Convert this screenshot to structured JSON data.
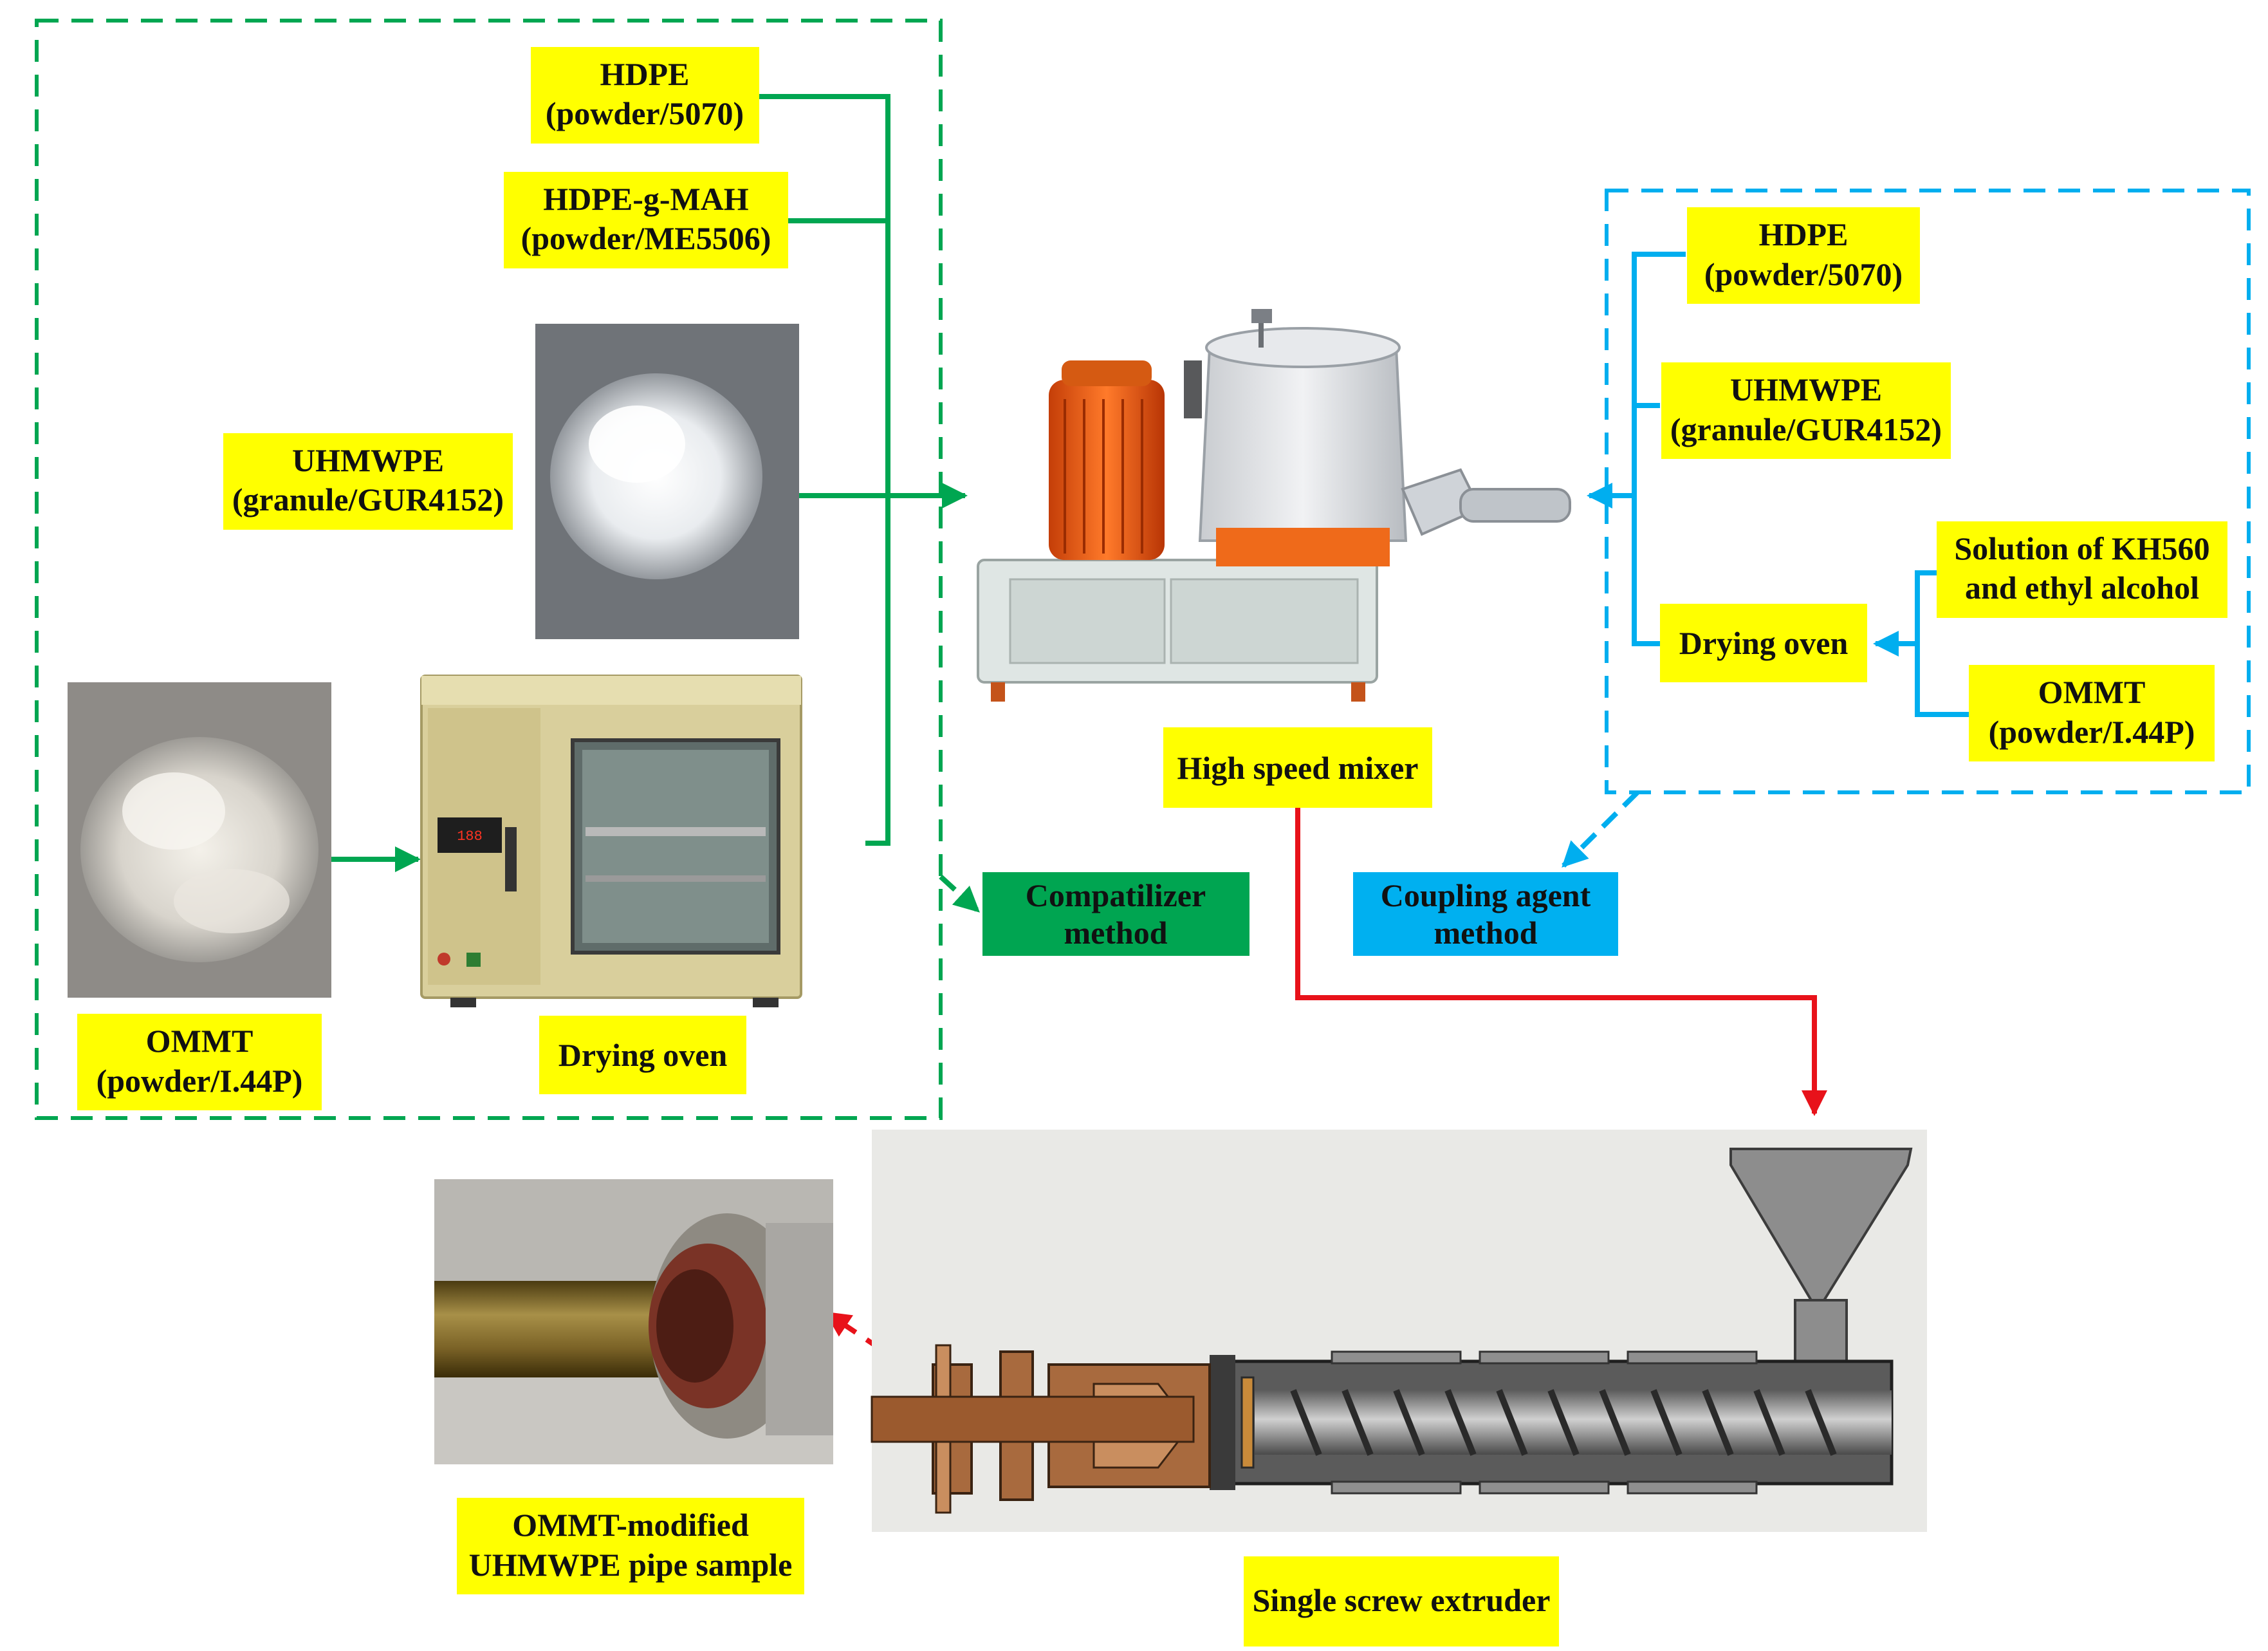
{
  "colors": {
    "label_bg": "#FFFF00",
    "compat_green": "#00A651",
    "coupling_blue": "#00AEEF",
    "extrude_red": "#E8121A",
    "method_green_bg": "#00A551",
    "method_blue_bg": "#00B0F0"
  },
  "compatibilizer_group": {
    "hdpe": {
      "line1": "HDPE",
      "line2": "(powder/5070)"
    },
    "hdpe_g_mah": {
      "line1": "HDPE-g-MAH",
      "line2": "(powder/ME5506)"
    },
    "uhmwpe": {
      "line1": "UHMWPE",
      "line2": "(granule/GUR4152)"
    },
    "ommt": {
      "line1": "OMMT",
      "line2": "(powder/I.44P)"
    },
    "drying_oven": "Drying oven",
    "method": {
      "line1": "Compatilizer",
      "line2": "method"
    }
  },
  "coupling_group": {
    "hdpe": {
      "line1": "HDPE",
      "line2": "(powder/5070)"
    },
    "uhmwpe": {
      "line1": "UHMWPE",
      "line2": "(granule/GUR4152)"
    },
    "solution": {
      "line1": "Solution of KH560",
      "line2": "and ethyl alcohol"
    },
    "ommt": {
      "line1": "OMMT",
      "line2": "(powder/I.44P)"
    },
    "drying_oven": "Drying oven",
    "method": {
      "line1": "Coupling agent",
      "line2": "method"
    }
  },
  "mixer": {
    "label": "High speed mixer"
  },
  "extruder": {
    "label": "Single screw extruder"
  },
  "pipe_sample": {
    "line1": "OMMT-modified",
    "line2": "UHMWPE pipe sample"
  },
  "icons": [
    "powder-pile-icon",
    "drying-oven-icon",
    "high-speed-mixer-icon",
    "single-screw-extruder-icon",
    "pipe-sample-photo-icon"
  ]
}
